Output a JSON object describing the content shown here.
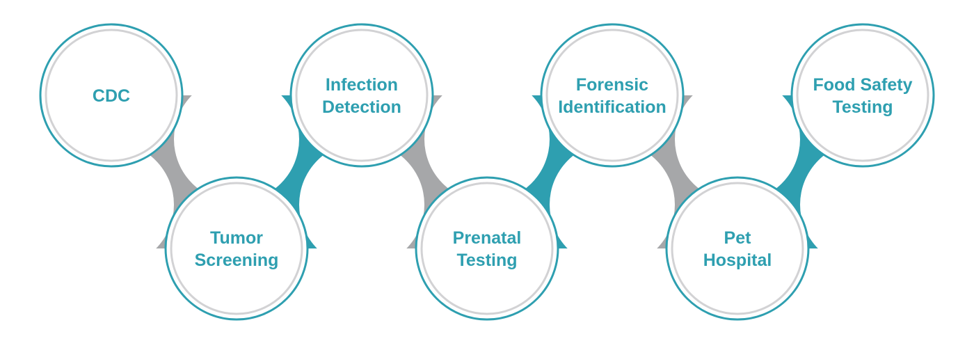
{
  "colors": {
    "teal": "#2e9fb0",
    "gray": "#a6a7a9",
    "inner_ring": "#d2d2d4"
  },
  "nodes": [
    {
      "lines": [
        "CDC"
      ]
    },
    {
      "lines": [
        "Tumor",
        "Screening"
      ]
    },
    {
      "lines": [
        "Infection",
        "Detection"
      ]
    },
    {
      "lines": [
        "Prenatal",
        "Testing"
      ]
    },
    {
      "lines": [
        "Forensic",
        "Identification"
      ]
    },
    {
      "lines": [
        "Pet",
        "Hospital"
      ]
    },
    {
      "lines": [
        "Food Safety",
        "Testing"
      ]
    }
  ]
}
